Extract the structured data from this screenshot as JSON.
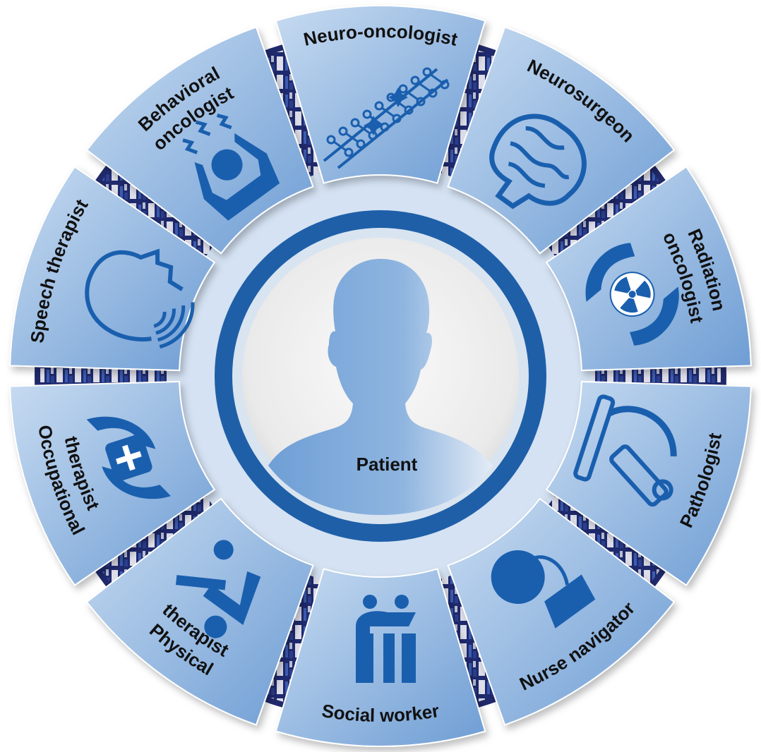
{
  "center": {
    "label": "Patient"
  },
  "segments": [
    {
      "lines": [
        "Neuro-oncologist"
      ],
      "icon": "dna-icon"
    },
    {
      "lines": [
        "Neurosurgeon"
      ],
      "icon": "brain-icon"
    },
    {
      "lines": [
        "Radiation",
        "oncologist"
      ],
      "icon": "radiation-hands-icon"
    },
    {
      "lines": [
        "Pathologist"
      ],
      "icon": "microscope-icon"
    },
    {
      "lines": [
        "Nurse navigator"
      ],
      "icon": "nurse-stethoscope-icon"
    },
    {
      "lines": [
        "Social worker"
      ],
      "icon": "helping-person-icon"
    },
    {
      "lines": [
        "Physical",
        "therapist"
      ],
      "icon": "physical-therapy-icon"
    },
    {
      "lines": [
        "Occupational",
        "therapist"
      ],
      "icon": "medical-kit-hands-icon"
    },
    {
      "lines": [
        "Speech therapist"
      ],
      "icon": "speech-head-icon"
    },
    {
      "lines": [
        "Behavioral",
        "oncologist"
      ],
      "icon": "stressed-person-icon"
    }
  ],
  "colors": {
    "segment_light": "#bcd3ee",
    "segment_dark": "#6f9fd6",
    "ring_dark": "#20296b",
    "ring_blue": "#1f5fa8",
    "icon": "#1a5fae",
    "center_fill": "#efefef",
    "silhouette": "#7aa6d6"
  }
}
